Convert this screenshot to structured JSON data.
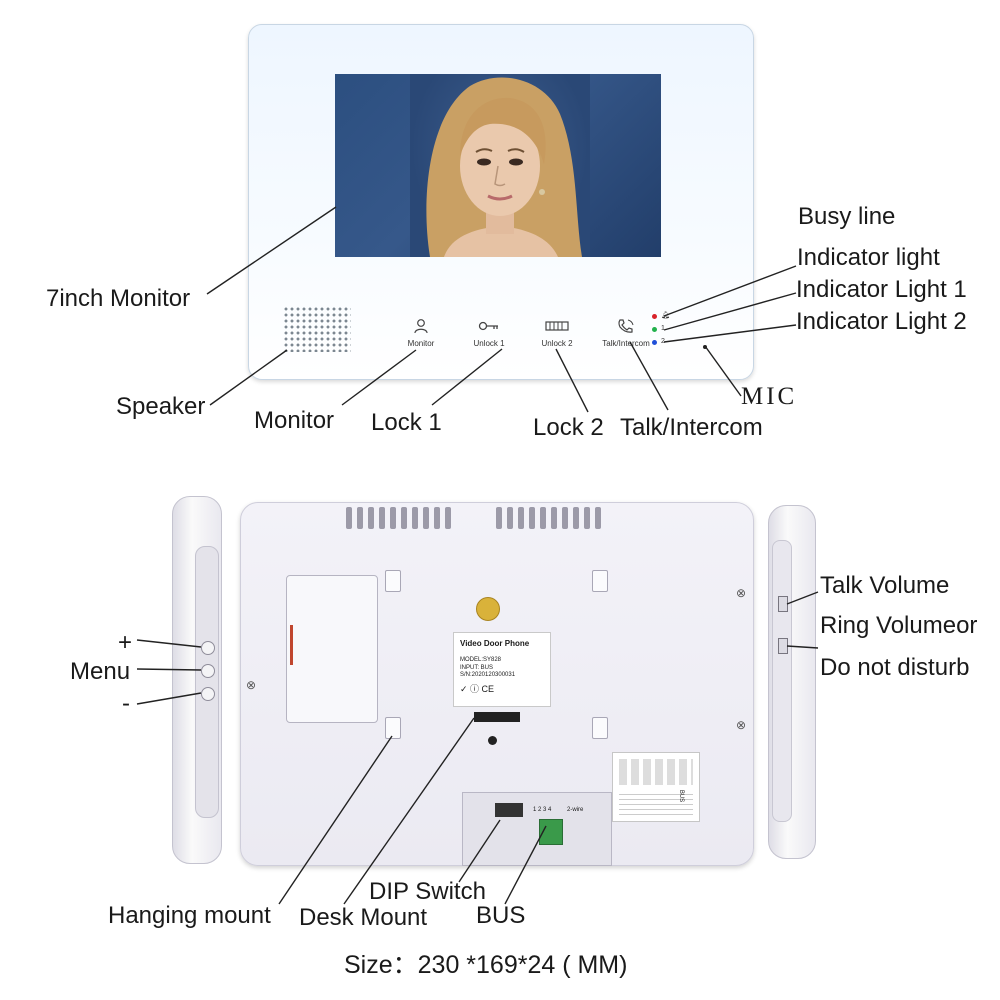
{
  "front_view": {
    "labels": {
      "monitor_7inch": "7inch Monitor",
      "speaker": "Speaker",
      "monitor": "Monitor",
      "lock1": "Lock 1",
      "lock2": "Lock 2",
      "talk_intercom": "Talk/Intercom",
      "mic": "MIC",
      "busy_line": "Busy line",
      "indicator_light": "Indicator light",
      "indicator_light_1": "Indicator Light 1",
      "indicator_light_2": "Indicator Light 2"
    },
    "buttons": {
      "monitor": "Monitor",
      "unlock1": "Unlock 1",
      "unlock2": "Unlock 2",
      "talk_intercom": "Talk/Intercom"
    },
    "led_labels": {
      "led1": "1",
      "led2": "2"
    },
    "led_colors": {
      "busy": "#d8232a",
      "light1": "#22b14c",
      "light2": "#1f4fd8"
    }
  },
  "back_view": {
    "sticker": {
      "title": "Video Door Phone",
      "model": "MODEL:SY828",
      "input": "INPUT:  BUS",
      "serial": "S/N:2020120300031",
      "marks": "✓ ⓘ CE"
    },
    "panel_text": {
      "bus": "BUS",
      "dip_numbers": "1 2 3 4",
      "terminal": "2-wire"
    },
    "labels": {
      "hanging_mount": "Hanging mount",
      "desk_mount": "Desk Mount",
      "dip_switch": "DIP Switch",
      "bus": "BUS",
      "plus": "+",
      "menu": "Menu",
      "minus": "-",
      "talk_volume": "Talk Volume",
      "ring_volume": "Ring Volumeor",
      "do_not_disturb": "Do not disturb"
    }
  },
  "size_text": "Size：230 *169*24 ( MM)"
}
